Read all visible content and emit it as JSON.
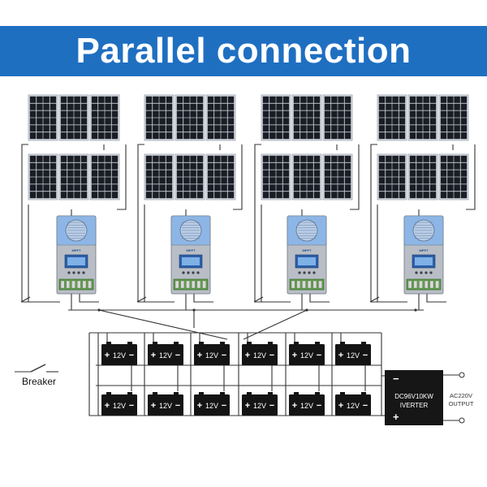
{
  "title": "Parallel connection",
  "colors": {
    "banner": "#1f6fc1",
    "panel_cell": "#1a1d24",
    "controller_top": "#8db6e6",
    "controller_body": "#b9bec6",
    "battery": "#141414",
    "inverter": "#161616",
    "wire": "#333333"
  },
  "battery_label": "12V",
  "battery_plus": "+",
  "battery_minus": "−",
  "breaker_label": "Breaker",
  "inverter": {
    "line1": "DC96V10KW",
    "line2": "IVERTER",
    "plus": "+",
    "minus": "−"
  },
  "output_label": {
    "line1": "AC220V",
    "line2": "OUTPUT"
  },
  "controller_logo": "MPPT",
  "array_count": 4,
  "battery_rows": 2,
  "battery_cols": 6
}
